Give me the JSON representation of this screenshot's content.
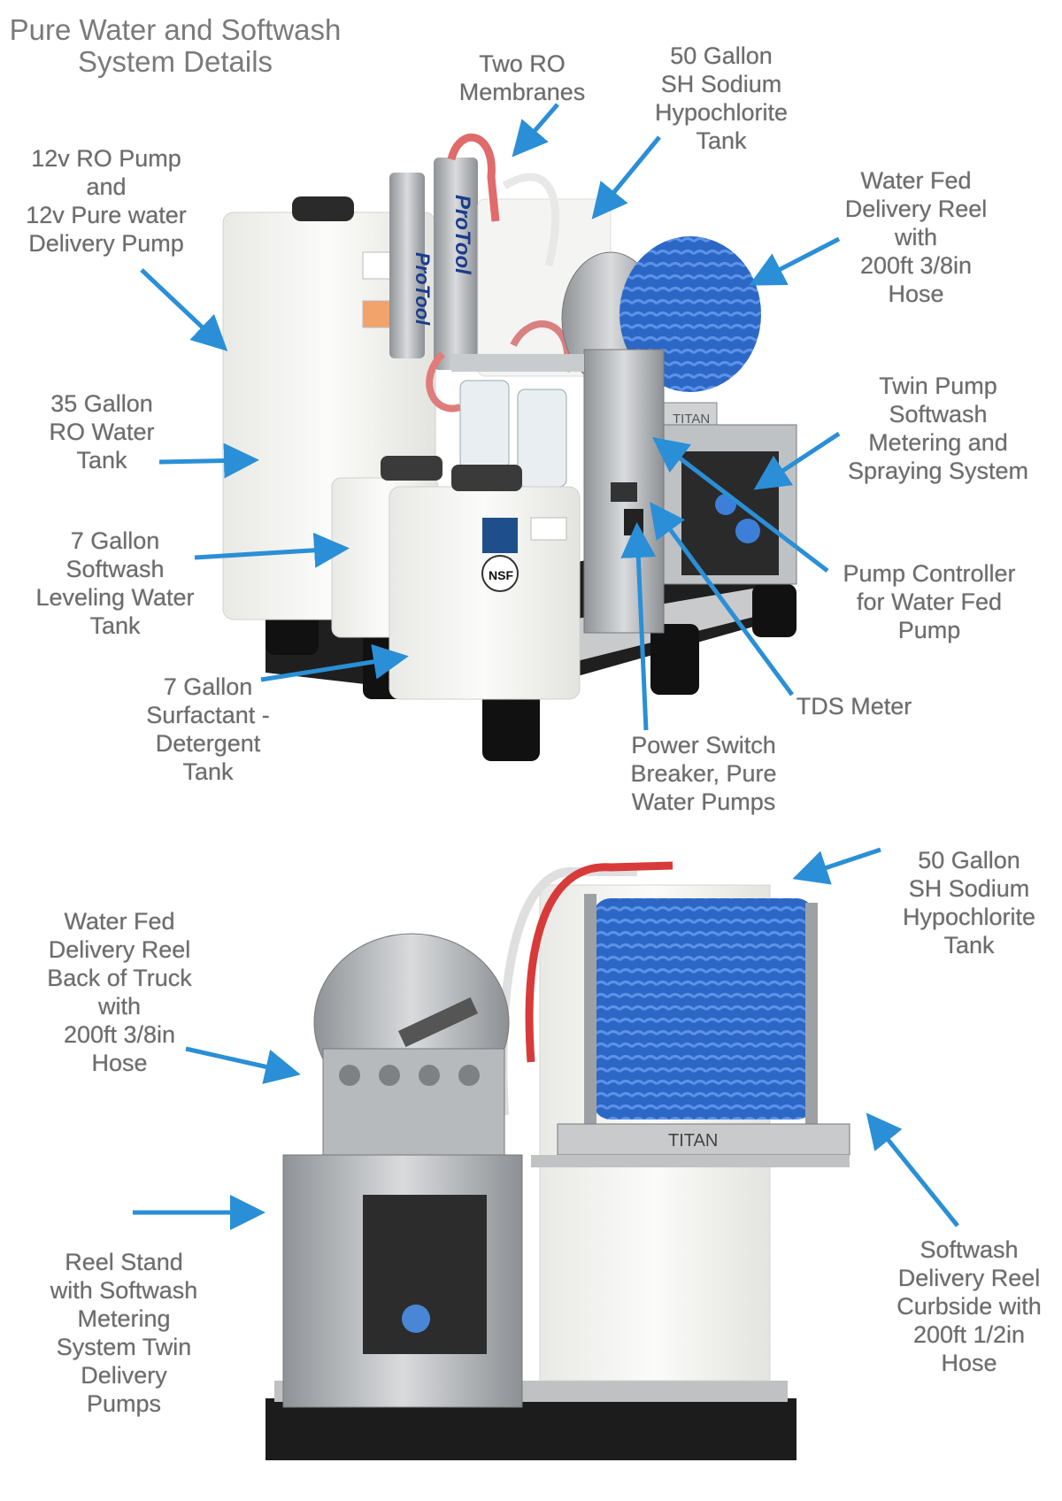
{
  "title": [
    "Pure Water and Softwash",
    "System Details"
  ],
  "colors": {
    "label_text": "#6c6c6c",
    "arrow": "#2a8fd6",
    "hose_blue": "#2f6fd0",
    "tank_white": "#f7f7f5",
    "steel": "#b9bcbf",
    "pallet": "#222222"
  },
  "top_photo": {
    "tank_labels": {
      "brand": "ProTool",
      "nsf": "NSF",
      "reel_brand": "TITAN"
    },
    "callouts": [
      {
        "id": "ro-membranes",
        "lines": [
          "Two RO",
          "Membranes"
        ]
      },
      {
        "id": "sh-tank",
        "lines": [
          "50 Gallon",
          "SH Sodium",
          "Hypochlorite",
          "Tank"
        ]
      },
      {
        "id": "ro-pump",
        "lines": [
          "12v RO Pump",
          "and",
          "12v Pure water",
          "Delivery Pump"
        ]
      },
      {
        "id": "water-fed-reel",
        "lines": [
          "Water Fed",
          "Delivery Reel",
          "with",
          "200ft 3/8in",
          "Hose"
        ]
      },
      {
        "id": "ro-tank",
        "lines": [
          "35 Gallon",
          "RO Water",
          "Tank"
        ]
      },
      {
        "id": "twin-pump",
        "lines": [
          "Twin Pump",
          "Softwash",
          "Metering and",
          "Spraying System"
        ]
      },
      {
        "id": "leveling-tank",
        "lines": [
          "7 Gallon",
          "Softwash",
          "Leveling Water",
          "Tank"
        ]
      },
      {
        "id": "pump-controller",
        "lines": [
          "Pump Controller",
          "for Water Fed",
          "Pump"
        ]
      },
      {
        "id": "surfactant-tank",
        "lines": [
          "7 Gallon",
          "Surfactant -",
          "Detergent",
          "Tank"
        ]
      },
      {
        "id": "tds-meter",
        "lines": [
          "TDS Meter"
        ]
      },
      {
        "id": "power-switch",
        "lines": [
          "Power Switch",
          "Breaker, Pure",
          "Water Pumps"
        ]
      }
    ]
  },
  "bottom_photo": {
    "tank_labels": {
      "reel_brand": "TITAN"
    },
    "callouts": [
      {
        "id": "sh-tank-2",
        "lines": [
          "50 Gallon",
          "SH Sodium",
          "Hypochlorite",
          "Tank"
        ]
      },
      {
        "id": "back-reel",
        "lines": [
          "Water Fed",
          "Delivery Reel",
          "Back of Truck",
          "with",
          "200ft 3/8in",
          "Hose"
        ]
      },
      {
        "id": "softwash-reel",
        "lines": [
          "Softwash",
          "Delivery Reel",
          "Curbside with",
          "200ft 1/2in",
          "Hose"
        ]
      },
      {
        "id": "reel-stand",
        "lines": [
          "Reel Stand",
          "with Softwash",
          "Metering",
          "System Twin",
          "Delivery",
          "Pumps"
        ]
      }
    ]
  }
}
